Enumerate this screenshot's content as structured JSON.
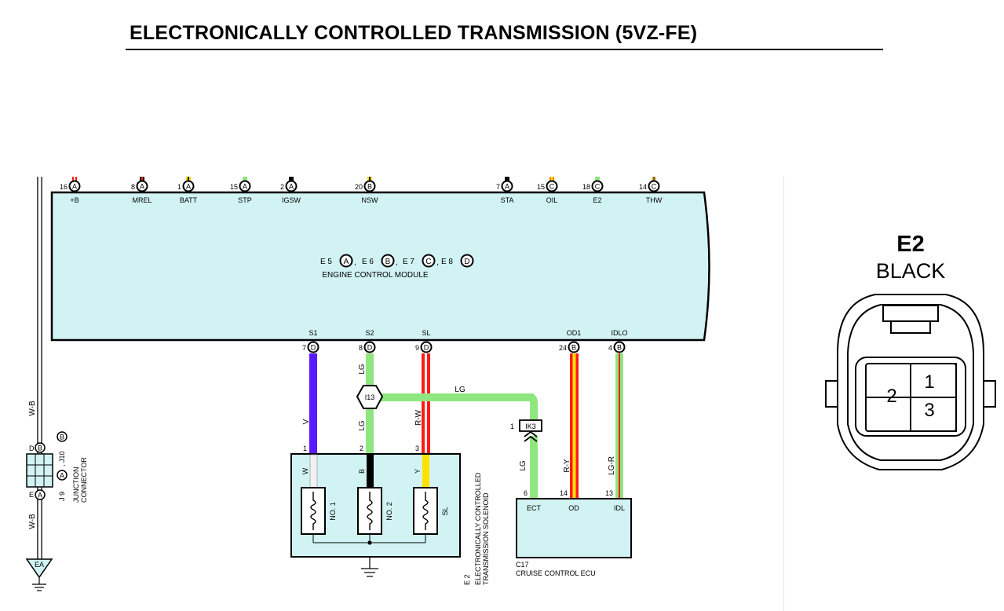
{
  "title": "ELECTRONICALLY CONTROLLED TRANSMISSION (5VZ-FE)",
  "ecm": {
    "name": "ENGINE CONTROL MODULE",
    "connectors": [
      {
        "id": "E5",
        "letter": "A"
      },
      {
        "id": "E6",
        "letter": "B"
      },
      {
        "id": "E7",
        "letter": "C"
      },
      {
        "id": "E8",
        "letter": "D"
      }
    ],
    "top_pins": [
      {
        "num": "16",
        "conn": "A",
        "label": "+B"
      },
      {
        "num": "8",
        "conn": "A",
        "label": "MREL"
      },
      {
        "num": "1",
        "conn": "A",
        "label": "BATT"
      },
      {
        "num": "15",
        "conn": "A",
        "label": "STP"
      },
      {
        "num": "2",
        "conn": "A",
        "label": "IGSW"
      },
      {
        "num": "20",
        "conn": "B",
        "label": "NSW"
      },
      {
        "num": "7",
        "conn": "A",
        "label": "STA"
      },
      {
        "num": "15",
        "conn": "C",
        "label": "OIL"
      },
      {
        "num": "18",
        "conn": "C",
        "label": "E2"
      },
      {
        "num": "14",
        "conn": "C",
        "label": "THW"
      }
    ],
    "bottom_pins": [
      {
        "num": "7",
        "conn": "D",
        "label": "S1"
      },
      {
        "num": "8",
        "conn": "D",
        "label": "S2"
      },
      {
        "num": "9",
        "conn": "D",
        "label": "SL"
      },
      {
        "num": "24",
        "conn": "B",
        "label": "OD1"
      },
      {
        "num": "4",
        "conn": "B",
        "label": "IDLO"
      }
    ]
  },
  "wires": {
    "s1": "V",
    "s2_upper": "LG",
    "s2_lower": "LG",
    "sl": "R-W",
    "branch": "LG",
    "ect": "LG",
    "od": "R-Y",
    "idl": "LG-R",
    "ground_upper": "W-B",
    "ground_lower": "W-B"
  },
  "junction_i13": "I13",
  "connector_ik3": {
    "id": "IK3",
    "pin": "1"
  },
  "solenoid": {
    "ref": "E 2",
    "name_line1": "ELECTRONICALLY CONTROLLED",
    "name_line2": "TRANSMISSION SOLENOID",
    "pins": [
      {
        "num": "1",
        "wire": "W",
        "coil": "NO. 1"
      },
      {
        "num": "2",
        "wire": "B",
        "coil": "NO. 2"
      },
      {
        "num": "3",
        "wire": "Y",
        "coil": "SL"
      }
    ]
  },
  "cruise_ecu": {
    "ref": "C17",
    "name": "CRUISE CONTROL ECU",
    "pins": [
      {
        "num": "6",
        "label": "ECT"
      },
      {
        "num": "14",
        "label": "OD"
      },
      {
        "num": "13",
        "label": "IDL"
      }
    ]
  },
  "junction_connector": {
    "top_pin": "D",
    "top_conn": "B",
    "bottom_pin": "E",
    "bottom_conn": "A",
    "ref_prefix_1": "J 9",
    "ref_prefix_2": ", J10",
    "label_line1": "JUNCTION",
    "label_line2": "CONNECTOR"
  },
  "ground_ea": "EA",
  "connector_view": {
    "ref": "E2",
    "color": "BLACK",
    "pin_numbers": [
      "1",
      "2",
      "3"
    ]
  },
  "colors": {
    "ecm_fill": "#d2f3f3",
    "violet": "#5a1aff",
    "light_green": "#8fe67f",
    "red": "#ff1a1a",
    "yellow": "#ffe100",
    "white_wire": "#f2f2f2",
    "black_wire": "#000000"
  }
}
